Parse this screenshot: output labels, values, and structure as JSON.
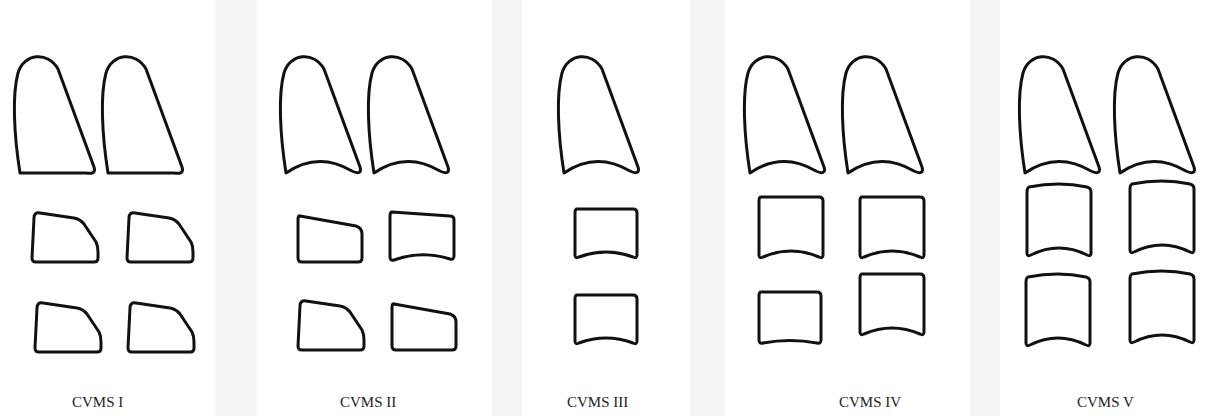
{
  "diagram": {
    "labels": [
      "CVMS I",
      "CVMS II",
      "CVMS III",
      "CVMS IV",
      "CVMS V"
    ]
  }
}
